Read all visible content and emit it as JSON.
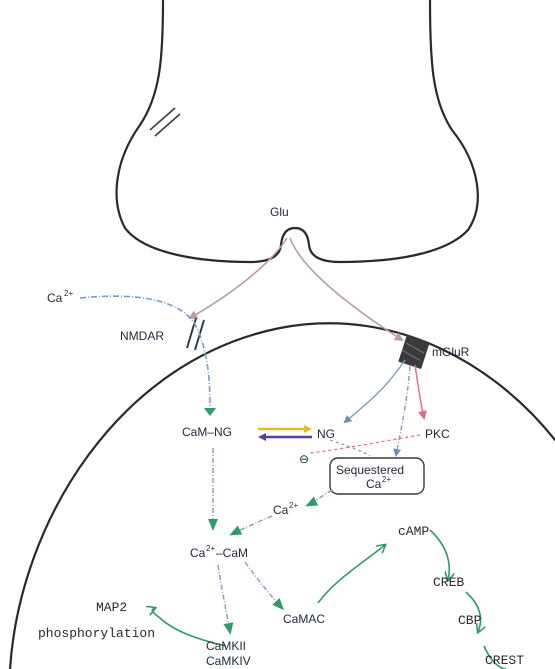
{
  "labels": {
    "glu": "Glu",
    "ca_in": "Ca",
    "ca_in_sup": "2+",
    "nmdar": "NMDAR",
    "mglur": "mGluR",
    "cam_ng": "CaM–NG",
    "ng": "NG",
    "pkc": "PKC",
    "inhibit": "⊖",
    "sequestered_1": "Sequestered",
    "sequestered_2": "Ca",
    "sequestered_sup": "2+",
    "ca_free": "Ca",
    "ca_free_sup": "2+",
    "ca_cam_1": "Ca",
    "ca_cam_sup": "2+",
    "ca_cam_2": "–CaM",
    "camac": "CaMAC",
    "camp": "cAMP",
    "creb": "CREB",
    "cbp": "CBP",
    "crest": "CREST",
    "map2": "MAP2",
    "phosphorylation": "phosphorylation",
    "camkii": "CaMKII",
    "camkiv": "CaMKIV"
  },
  "colors": {
    "outline": "#2a2a2a",
    "glu_arrow": "#b89aa8",
    "signal_blue": "#7f9cc0",
    "signal_green": "#2f9a6a",
    "pkc_arrow": "#e06a86",
    "receptor": "#3a3a3a",
    "ng_yellow": "#e0c020",
    "ng_purple": "#5a3f9a"
  }
}
